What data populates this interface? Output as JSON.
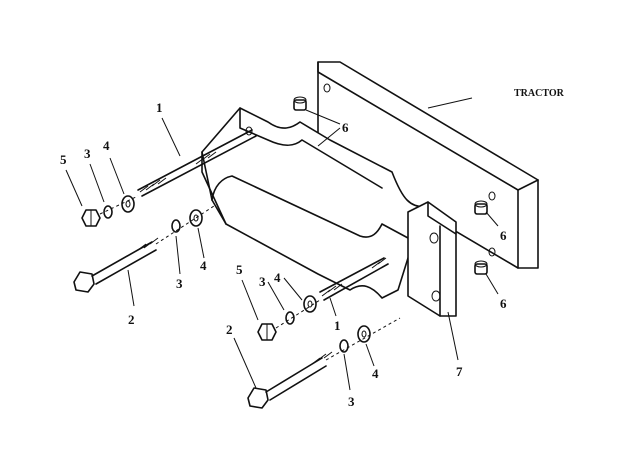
{
  "diagram": {
    "tractor_label": "TRACTOR",
    "callouts": {
      "bolt_long": "1",
      "bolt_short": "2",
      "lock_washer": "3",
      "flat_washer": "4",
      "nut": "5",
      "bushing": "6",
      "spacer_block": "7"
    }
  }
}
